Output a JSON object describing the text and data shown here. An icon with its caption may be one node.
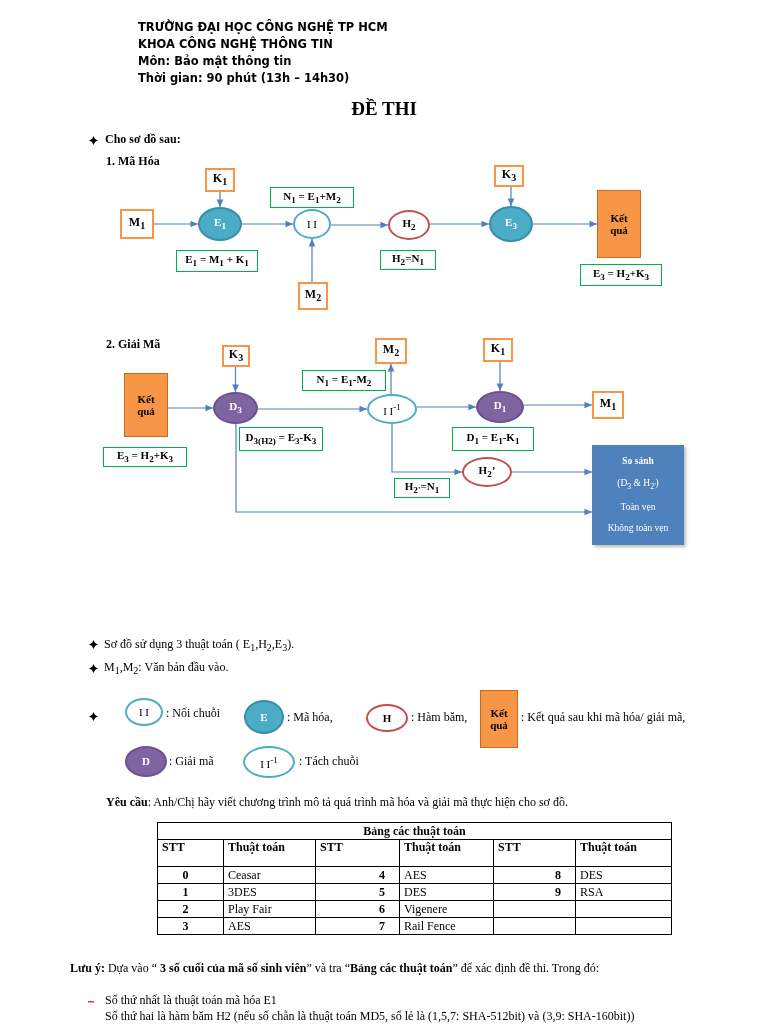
{
  "diagram": {
    "title": "ĐỀ THI",
    "nodes": [
      {
        "text": [
          "K$_{1}$"
        ]
      },
      {
        "text": [
          "M$_{1}$"
        ]
      },
      {
        "text": [
          "E$_{1}$"
        ]
      },
      {
        "text": [
          "E$_{1}$ = M$_{1}$ + K$_{1}$"
        ]
      },
      {
        "text": [
          "N$_{1}$ = E$_{1}$+M$_{2}$"
        ]
      },
      {
        "text": [
          "I I"
        ]
      },
      {
        "text": [
          "M$_{2}$"
        ]
      },
      {
        "text": [
          "H$_{2}$"
        ]
      },
      {
        "text": [
          "H$_{2}$=N$_{1}$"
        ]
      },
      {
        "text": [
          "K$_{3}$"
        ]
      },
      {
        "text": [
          "E$_{3}$"
        ]
      },
      {
        "text": [
          "Kết quả"
        ]
      },
      {
        "text": [
          "E$_{3}$ = H$_{2}$+K$_{3}$"
        ]
      },
      {
        "text": [
          "Kết quả"
        ]
      },
      {
        "text": [
          "E$_{3}$ = H$_{2}$+K$_{3}$"
        ]
      },
      {
        "text": [
          "K$_{3}$"
        ]
      },
      {
        "text": [
          "D$_{3}$"
        ]
      },
      {
        "text": [
          "D$_{3(H2)}$ = E$_{3}$-K$_{3}$"
        ]
      },
      {
        "text": [
          "M$_{2}$"
        ]
      },
      {
        "text": [
          "N$_{1}$ = E$_{1}$-M$_{2}$"
        ]
      },
      {
        "text": [
          "I I$^{-1}$"
        ]
      },
      {
        "text": [
          "K$_{1}$"
        ]
      },
      {
        "text": [
          "D$_{1}$"
        ]
      },
      {
        "text": [
          "M$_{1}$"
        ]
      },
      {
        "text": [
          "D$_{1}$ = E$_{1}$-K$_{1}$"
        ]
      },
      {
        "text": [
          "H$_{2}$’"
        ]
      },
      {
        "text": [
          "H$_{2'}$=N$_{1}$"
        ]
      },
      {
        "text": [
          "So sánh",
          "(D$_{3}$ & H$_{2'}$)",
          "Toàn vẹn",
          "Không toàn vẹn"
        ]
      },
      {
        "text": [
          "I I"
        ],
        "beside": [
          ": Nối chuỗi"
        ]
      },
      {
        "text": [
          "E"
        ],
        "beside": [
          ": Mã hóa,"
        ]
      },
      {
        "text": [
          "H"
        ],
        "beside": [
          ": Hàm băm,"
        ]
      },
      {
        "text": [
          "Kết quả"
        ],
        "beside": [
          ": Kết quả sau khi mã hóa/ giải mã,"
        ]
      },
      {
        "text": [
          "D"
        ],
        "beside": [
          ": Giải mã"
        ]
      },
      {
        "text": [
          "I I$^{-1}$"
        ],
        "beside": [
          ": Tách chuỗi"
        ]
      }
    ],
    "edges": [
      {
        "from": 0,
        "to": 2,
        "arrow": "to"
      },
      {
        "from": 1,
        "to": 2,
        "arrow": "to"
      },
      {
        "from": 2,
        "to": 5,
        "arrow": "to"
      },
      {
        "from": 6,
        "to": 5,
        "arrow": "to"
      },
      {
        "from": 5,
        "to": 7,
        "arrow": "to"
      },
      {
        "from": 7,
        "to": 10,
        "arrow": "to"
      },
      {
        "from": 9,
        "to": 10,
        "arrow": "to"
      },
      {
        "from": 10,
        "to": 11,
        "arrow": "to"
      },
      {
        "from": 13,
        "to": 16,
        "arrow": "to"
      },
      {
        "from": 15,
        "to": 16,
        "arrow": "to"
      },
      {
        "from": 16,
        "to": 20,
        "arrow": "to"
      },
      {
        "from": 20,
        "to": 18,
        "arrow": "to"
      },
      {
        "from": 21,
        "to": 22,
        "arrow": "to"
      },
      {
        "from": 20,
        "to": 22,
        "arrow": "to"
      },
      {
        "from": 22,
        "to": 23,
        "arrow": "to"
      },
      {
        "from": 20,
        "to": 25,
        "arrow": "to"
      },
      {
        "from": 25,
        "to": 27,
        "arrow": "to"
      },
      {
        "from": 16,
        "to": 27,
        "arrow": "to"
      }
    ],
    "labels": [
      "TRƯỜNG ĐẠI HỌC CÔNG NGHỆ TP HCM",
      "KHOA CÔNG NGHỆ THÔNG TIN",
      "Môn: Bảo mật thông tin",
      "Thời gian: 90 phút (13h – 14h30)",
      "Cho sơ đồ sau:",
      "1. Mã Hóa",
      "2. Giải Mã",
      "Sơ đồ sử dụng 3 thuật toán ( E$_{1}$,H$_{2}$,E$_{3}$).",
      "M$_{1}$,M$_{2}$: Văn bản đầu vào.",
      "**Yêu cầu**: Anh/Chị hãy viết chương trình mô tả quá trình mã hóa và giải mã thực hiện cho sơ đồ.",
      "Bảng các thuật toán",
      "STT",
      "Thuật toán",
      "STT",
      "Thuật toán",
      "STT",
      "Thuật toán",
      "0",
      "Ceasar",
      "4",
      "AES",
      "8",
      "DES",
      "1",
      "3DES",
      "5",
      "DES",
      "9",
      "RSA",
      "2",
      "Play Fair",
      "6",
      "Vigenere",
      "3",
      "AES",
      "7",
      "Rail Fence",
      "**Lưu ý:** Dựa vào “ **3 số cuối của mã số sinh viên**” và tra “**Bảng các thuật toán**” để xác định đề thi. Trong đó:",
      "Số thứ nhất là thuật toán mã hóa E1",
      "Số thứ hai là hàm băm H2 (nếu số chẵn là thuật toán MD5, số lẻ là (1,5,7: SHA-512bit) và (3,9: SHA-160bit))"
    ]
  }
}
